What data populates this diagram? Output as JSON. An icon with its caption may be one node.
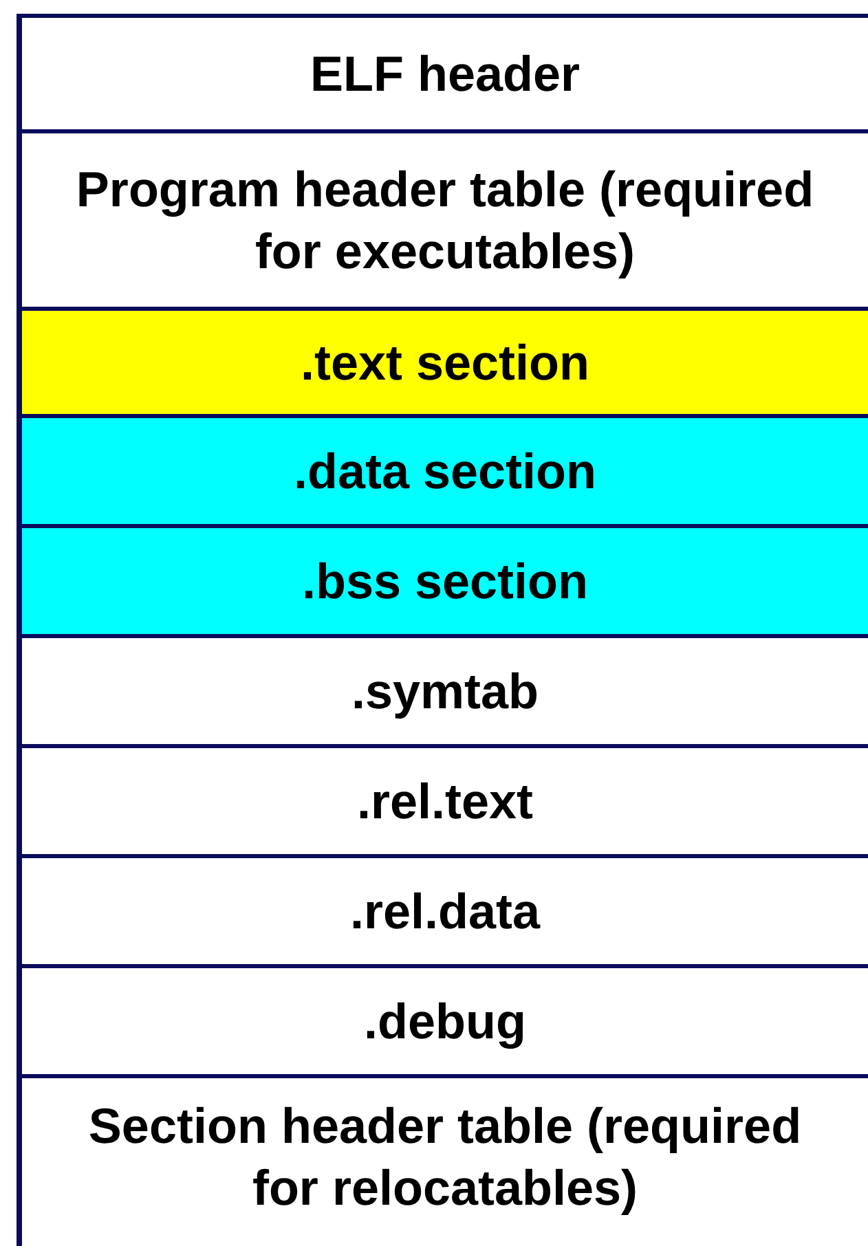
{
  "diagram": {
    "nodes": [
      {
        "text": [
          "ELF header"
        ]
      },
      {
        "text": [
          "Program header table (required for executables)"
        ]
      },
      {
        "text": [
          ".text section"
        ]
      },
      {
        "text": [
          ".data section"
        ]
      },
      {
        "text": [
          ".bss section"
        ]
      },
      {
        "text": [
          ".symtab"
        ]
      },
      {
        "text": [
          ".rel.text"
        ]
      },
      {
        "text": [
          ".rel.data"
        ]
      },
      {
        "text": [
          ".debug"
        ]
      },
      {
        "text": [
          "Section header table (required for relocatables)"
        ]
      }
    ]
  }
}
